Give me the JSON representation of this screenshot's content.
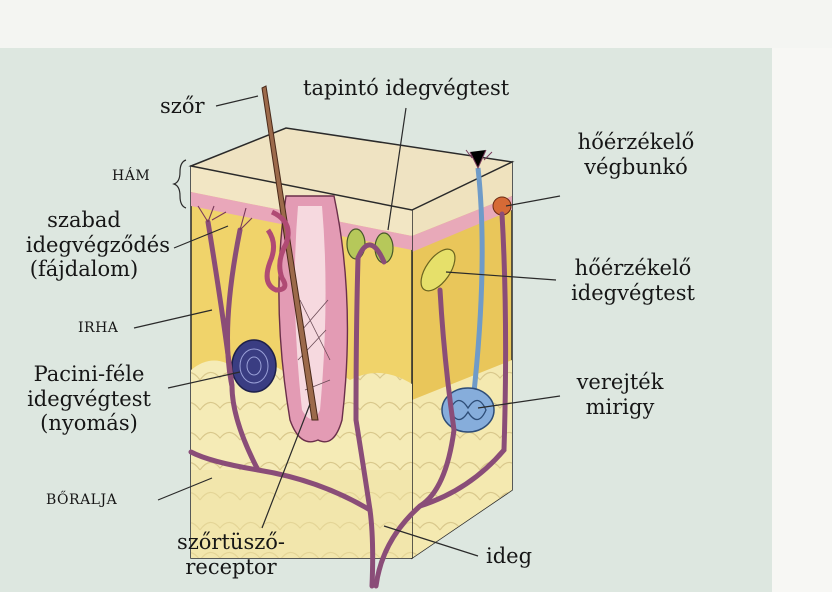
{
  "header": {
    "faint_text_left": "",
    "faint_text_right": ""
  },
  "labels": {
    "szor": "szőr",
    "tapinto": "tapintó idegvégtest",
    "ham": "HÁM",
    "hoerzekelo_vegbunko_1": "hőérzékelő",
    "hoerzekelo_vegbunko_2": "végbunkó",
    "szabad_1": "szabad",
    "szabad_2": "idegvégződés",
    "szabad_3": "(fájdalom)",
    "hoerzekelo_idegvegtest_1": "hőérzékelő",
    "hoerzekelo_idegvegtest_2": "idegvégtest",
    "irha": "IRHA",
    "pacini_1": "Pacini-féle",
    "pacini_2": "idegvégtest",
    "pacini_3": "(nyomás)",
    "verejtek_1": "verejték",
    "verejtek_2": "mirigy",
    "boralja": "BŐRALJA",
    "szortuszo_1": "szőrtüsző-",
    "szortuszo_2": "receptor",
    "ideg": "ideg"
  },
  "colors": {
    "panel": "#dde7e0",
    "epidermis": "#f2e6c4",
    "dermis": "#f0d36a",
    "hypodermis": "#f6edb8",
    "nerve": "#8a4d78",
    "follicle": "#d88aa6",
    "sweat_gland": "#6f9bc8"
  }
}
